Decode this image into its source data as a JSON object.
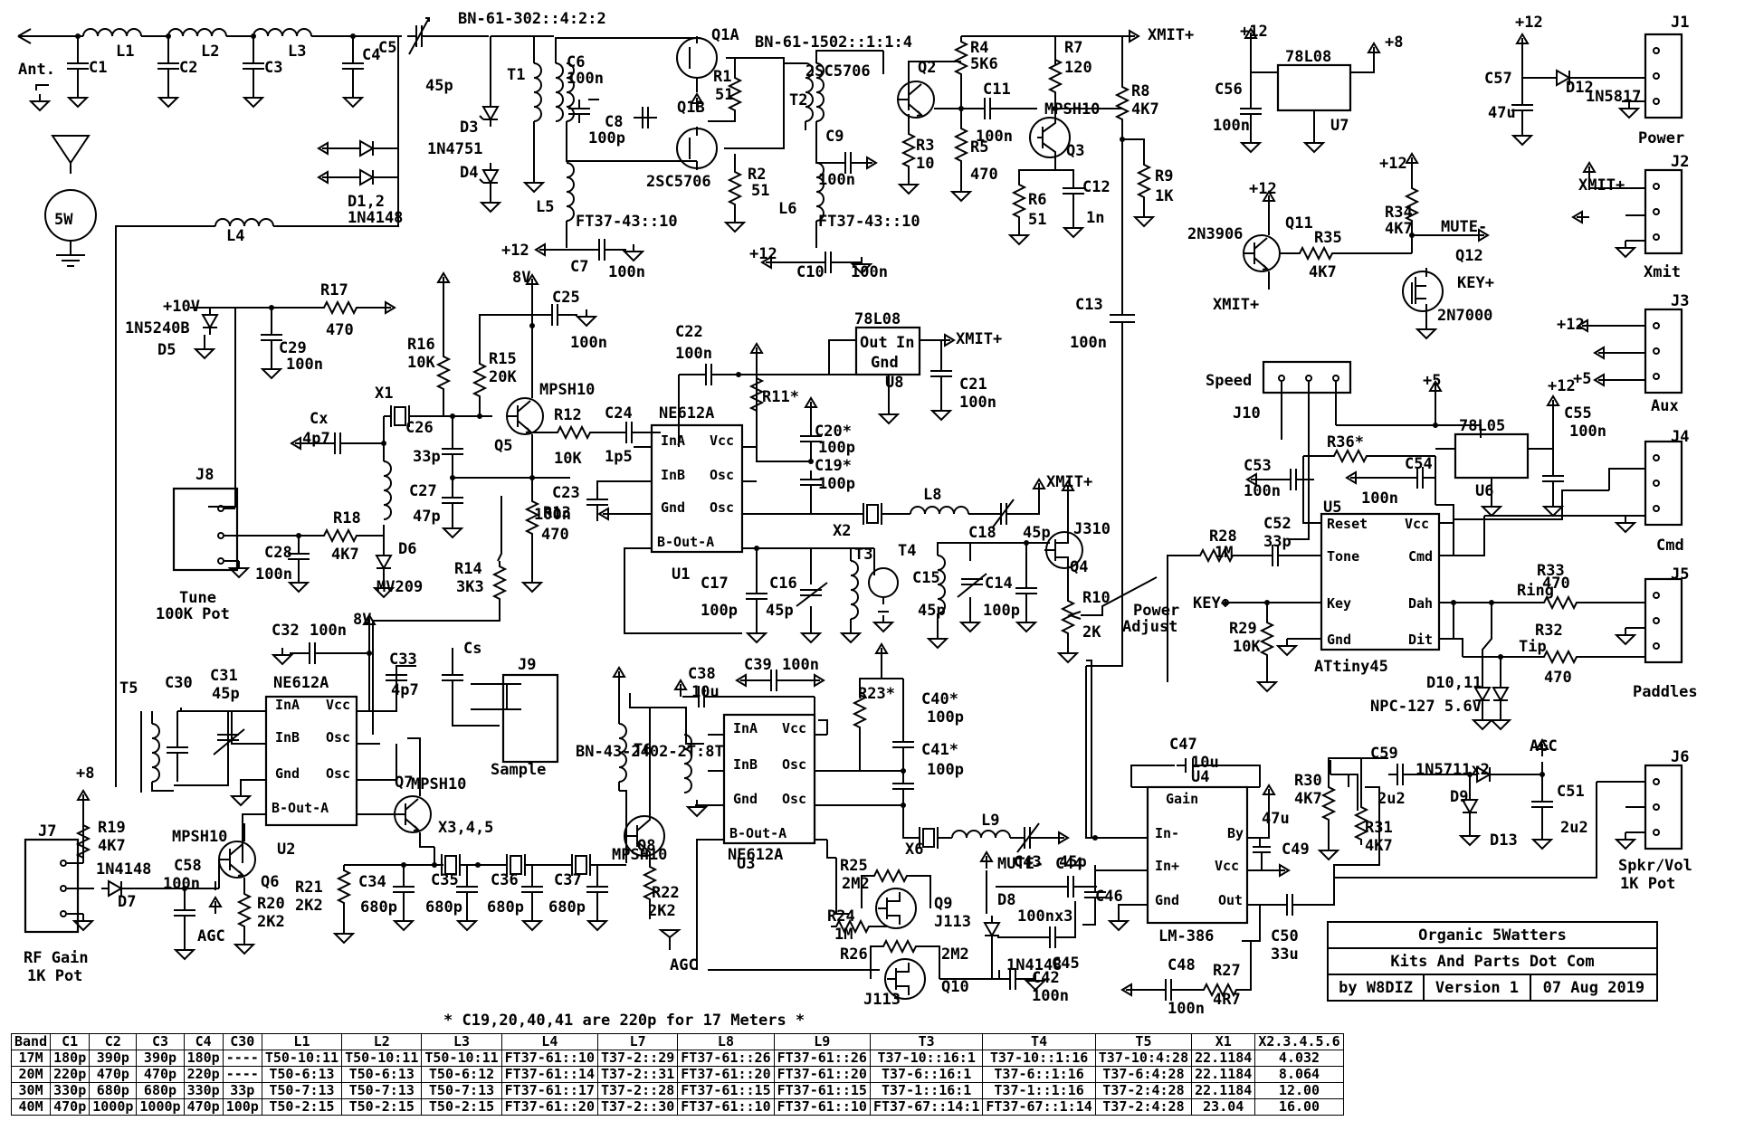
{
  "title_block": {
    "title": "Organic 5Watters",
    "publisher": "Kits And Parts Dot Com",
    "author": "by W8DIZ",
    "version": "Version 1",
    "date": "07 Aug 2019"
  },
  "logo_text": "5W",
  "footnote": "* C19,20,40,41 are 220p for 17 Meters *",
  "labels": {
    "ant": "Ant.",
    "c1": "C1",
    "c2": "C2",
    "c3": "C3",
    "c4": "C4",
    "c5": "C5",
    "c5v": "45p",
    "l1": "L1",
    "l2": "L2",
    "l3": "L3",
    "l4": "L4",
    "l5": "L5",
    "l6": "L6",
    "l7": "L7",
    "l8": "L8",
    "l9": "L9",
    "bn61302": "BN-61-302::4:2:2",
    "t1": "T1",
    "d3": "D3",
    "d4": "D4",
    "d3type": "1N4751",
    "d12lbl": "D1,2",
    "d12type": "1N4148",
    "c6": "C6",
    "c6v": "100n",
    "c8": "C8",
    "c8v": "100p",
    "q1a": "Q1A",
    "q1b": "Q1B",
    "r1": "R1",
    "r1v": "51",
    "r2": "R2",
    "r2v": "51",
    "q1type": "2SC5706",
    "bn611502": "BN-61-1502::1:1:4",
    "t2": "T2",
    "c9": "C9",
    "c9v": "100n",
    "ft3743a": "FT37-43::10",
    "ft3743b": "FT37-43::10",
    "c7": "C7",
    "c7v": "100n",
    "c10": "C10",
    "c10v": "100n",
    "p12": "+12",
    "q2type": "2SC5706",
    "q2": "Q2",
    "r3": "R3",
    "r3v": "10",
    "r4": "R4",
    "r4v": "5K6",
    "r5": "R5",
    "r5v": "470",
    "c11": "C11",
    "c11v": "100n",
    "r7": "R7",
    "r7v": "120",
    "q3type": "MPSH10",
    "q3": "Q3",
    "r6": "R6",
    "r6v": "51",
    "c12": "C12",
    "c12v": "1n",
    "r8": "R8",
    "r8v": "4K7",
    "r9": "R9",
    "r9v": "1K",
    "xmit": "XMIT+",
    "c13": "C13",
    "c13v": "100n",
    "l4lbl": "L4",
    "p10v": "+10V",
    "d5type": "1N5240B",
    "d5": "D5",
    "c29": "C29",
    "c29v": "100n",
    "r17": "R17",
    "r17v": "470",
    "v8": "8V",
    "c25": "C25",
    "c25v": "100n",
    "r16": "R16",
    "r16v": "10K",
    "r15": "R15",
    "r15v": "20K",
    "q5type": "MPSH10",
    "q5": "Q5",
    "cx": "Cx",
    "cxv": "4p7",
    "x1": "X1",
    "c26": "C26",
    "c26v": "33p",
    "c27": "C27",
    "c27v": "47p",
    "r12": "R12",
    "r12v": "10K",
    "c24": "C24",
    "c24v": "1p5",
    "r13": "R13",
    "r13v": "470",
    "r14": "R14",
    "r14v": "3K3",
    "d6": "D6",
    "d6type": "MV209",
    "r18": "R18",
    "r18v": "4K7",
    "c28": "C28",
    "c28v": "100n",
    "j8": "J8",
    "tune": "Tune",
    "tunepot": "100K Pot",
    "c22": "C22",
    "c22v": "100n",
    "u8reg": "78L08",
    "u8out": "Out",
    "u8in": "In",
    "u8gnd": "Gnd",
    "u8": "U8",
    "c21": "C21",
    "c21v": "100n",
    "r11": "R11*",
    "c20": "C20*",
    "c20v": "100p",
    "c19": "C19*",
    "c19v": "100p",
    "ne612": "NE612A",
    "c23": "C23",
    "c23v": "100n",
    "u1": "U1",
    "x2": "X2",
    "c18": "C18",
    "c18v": "45p",
    "j310": "J310",
    "q4": "Q4",
    "r10": "R10",
    "r10v": "2K",
    "poweradj1": "Power",
    "poweradj2": "Adjust",
    "t3": "T3",
    "t4": "T4",
    "c17": "C17",
    "c17v": "100p",
    "c16": "C16",
    "c16v": "45p",
    "c15": "C15",
    "c15v": "45p",
    "c14": "C14",
    "c14v": "100p",
    "c32": "C32",
    "c32v": "100n",
    "c33": "C33",
    "c33v": "4p7",
    "cs": "Cs",
    "j9": "J9",
    "sample": "Sample",
    "t5": "T5",
    "c30": "C30",
    "c31": "C31",
    "c31v": "45p",
    "u2": "U2",
    "q7type": "MPSH10",
    "q7": "Q7",
    "x345": "X3,4,5",
    "c34": "C34",
    "c35": "C35",
    "c36": "C36",
    "c37": "C37",
    "c680": "680p",
    "r21": "R21",
    "r21v": "2K2",
    "bn43": "BN-43-2402-2T:8T",
    "q8type": "MPSH10",
    "q8": "Q8",
    "r22": "R22",
    "r22v": "2K2",
    "agc": "AGC",
    "t6": "T6",
    "c38": "C38",
    "c38v": "10u",
    "c39": "C39",
    "c39v": "100n",
    "r23": "R23*",
    "c40": "C40*",
    "c40v": "100p",
    "c41": "C41*",
    "c41v": "100p",
    "x6": "X6",
    "c43": "C43",
    "c43v": "45p",
    "u3": "U3",
    "r25": "R25",
    "r25v": "2M2",
    "r24": "R24",
    "r24v": "1M",
    "q9": "Q9",
    "j113a": "J113",
    "r26": "R26",
    "r26v": "2M2",
    "q10": "Q10",
    "j113b": "J113",
    "mute": "MUTE-",
    "d8": "D8",
    "d8type": "1N4148",
    "c44": "C44",
    "c4446v": "100nx3",
    "c46": "C46",
    "c45": "C45",
    "c42": "C42",
    "c42v": "100n",
    "j7": "J7",
    "p8": "+8",
    "r19": "R19",
    "r19v": "4K7",
    "d7type": "1N4148",
    "d7": "D7",
    "c58": "C58",
    "c58v": "100n",
    "q6type": "MPSH10",
    "q6": "Q6",
    "r20": "R20",
    "r20v": "2K2",
    "rfgain1": "RF Gain",
    "rfgain2": "1K Pot",
    "u7reg": "78L08",
    "u7": "U7",
    "c56": "C56",
    "c56v": "100n",
    "plus8": "+8",
    "c57": "C57",
    "c57v": "47u",
    "d12": "D12",
    "d12t": "1N5817",
    "j1": "J1",
    "power": "Power",
    "q11type": "2N3906",
    "q11": "Q11",
    "r35": "R35",
    "r35v": "4K7",
    "r34": "R34",
    "r34v": "4K7",
    "q12": "Q12",
    "q12type": "2N7000",
    "keyp": "KEY+",
    "mutem": "MUTE-",
    "j2": "J2",
    "xmitlbl": "Xmit",
    "j3": "J3",
    "aux": "Aux",
    "p5": "+5",
    "speed": "Speed",
    "j10": "J10",
    "r36": "R36*",
    "c53": "C53",
    "c53v": "100n",
    "c54": "C54",
    "c54v": "100n",
    "u6reg": "78L05",
    "u6": "U6",
    "c55": "C55",
    "c55v": "100n",
    "j4": "J4",
    "cmd": "Cmd",
    "r28": "R28",
    "r28v": "1M",
    "c52": "C52",
    "c52v": "33p",
    "r29": "R29",
    "r29v": "10K",
    "u5": "U5",
    "attiny": "ATtiny45",
    "ring": "Ring",
    "tip": "Tip",
    "r33": "R33",
    "r33v": "470",
    "r32": "R32",
    "r32v": "470",
    "j5": "J5",
    "paddles": "Paddles",
    "d1011": "D10,11",
    "npc": "NPC-127 5.6V",
    "c47": "C47",
    "c47v": "10u",
    "u4": "U4",
    "c49": "C49",
    "c49v": "47u",
    "lm386": "LM-386",
    "c48": "C48",
    "c48v": "100n",
    "r27": "R27",
    "r27v": "4R7",
    "c50": "C50",
    "c50v": "33u",
    "r30": "R30",
    "r30v": "4K7",
    "r31": "R31",
    "r31v": "4K7",
    "c59": "C59",
    "c59v": "2u2",
    "d9lbl": "1N5711x2",
    "d9": "D9",
    "d13": "D13",
    "c51": "C51",
    "c51v": "2u2",
    "j6": "J6",
    "spkr1": "Spkr/Vol",
    "spkr2": "1K Pot"
  },
  "pins": {
    "ina": "InA",
    "inb": "InB",
    "gnd": "Gnd",
    "bout": "B-Out-A",
    "vcc": "Vcc",
    "osc": "Osc",
    "reset": "Reset",
    "tone": "Tone",
    "key": "Key",
    "dah": "Dah",
    "dit": "Dit",
    "cmdp": "Cmd",
    "gain": "Gain",
    "inm": "In-",
    "inp": "In+",
    "by": "By",
    "out": "Out"
  },
  "band_table": {
    "headers": [
      "Band",
      "C1",
      "C2",
      "C3",
      "C4",
      "C30",
      "L1",
      "L2",
      "L3",
      "L4",
      "L7",
      "L8",
      "L9",
      "T3",
      "T4",
      "T5",
      "X1",
      "X2.3.4.5.6"
    ],
    "rows": [
      [
        "17M",
        "180p",
        "390p",
        "390p",
        "180p",
        "----",
        "T50-10:11",
        "T50-10:11",
        "T50-10:11",
        "FT37-61::10",
        "T37-2::29",
        "FT37-61::26",
        "FT37-61::26",
        "T37-10::16:1",
        "T37-10::1:16",
        "T37-10:4:28",
        "22.1184",
        "4.032"
      ],
      [
        "20M",
        "220p",
        "470p",
        "470p",
        "220p",
        "----",
        "T50-6:13",
        "T50-6:13",
        "T50-6:12",
        "FT37-61::14",
        "T37-2::31",
        "FT37-61::20",
        "FT37-61::20",
        "T37-6::16:1",
        "T37-6::1:16",
        "T37-6:4:28",
        "22.1184",
        "8.064"
      ],
      [
        "30M",
        "330p",
        "680p",
        "680p",
        "330p",
        "33p",
        "T50-7:13",
        "T50-7:13",
        "T50-7:13",
        "FT37-61::17",
        "T37-2::28",
        "FT37-61::15",
        "FT37-61::15",
        "T37-1::16:1",
        "T37-1::1:16",
        "T37-2:4:28",
        "22.1184",
        "12.00"
      ],
      [
        "40M",
        "470p",
        "1000p",
        "1000p",
        "470p",
        "100p",
        "T50-2:15",
        "T50-2:15",
        "T50-2:15",
        "FT37-61::20",
        "T37-2::30",
        "FT37-61::10",
        "FT37-61::10",
        "FT37-67::14:1",
        "FT37-67::1:14",
        "T37-2:4:28",
        "23.04",
        "16.00"
      ]
    ]
  }
}
